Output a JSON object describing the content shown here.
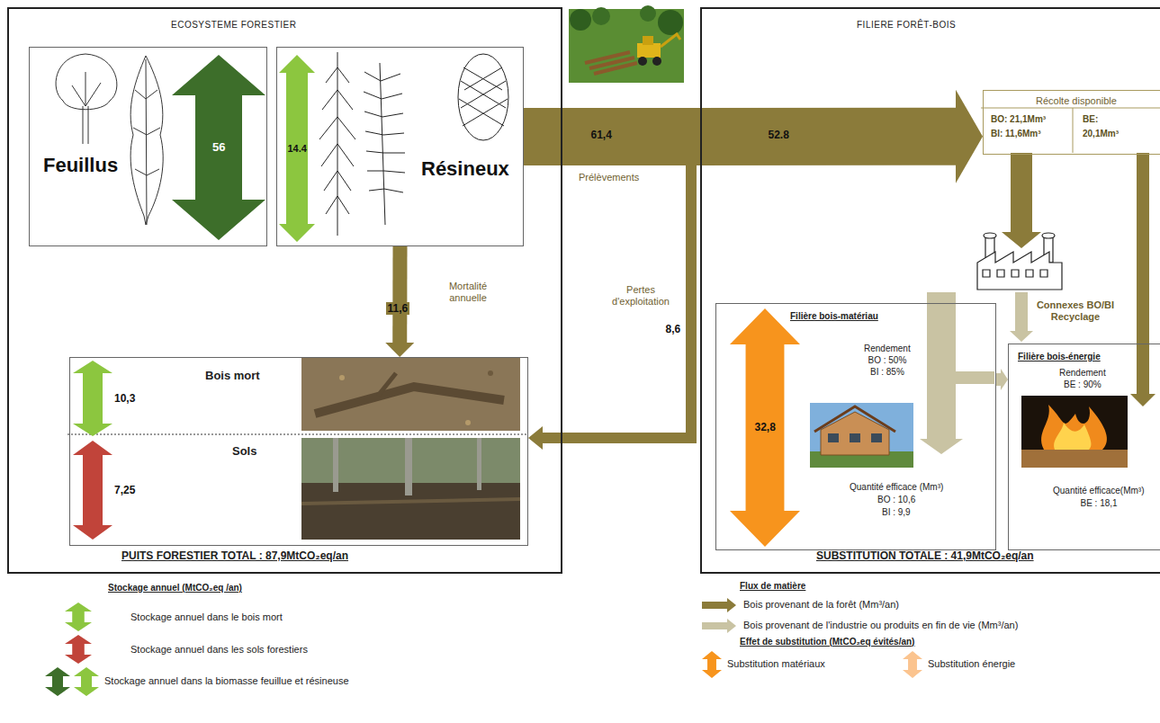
{
  "diagram": {
    "nodes": [
      {
        "text": [
          "ECOSYSTEME FORESTIER",
          "PUITS FORESTIER TOTAL : 87,9MtCO₂eq/an"
        ]
      },
      {
        "text": [
          "Feuillus"
        ],
        "in": 0
      },
      {
        "text": [
          "56"
        ],
        "in": 1
      },
      {
        "text": [
          "Résineux"
        ],
        "in": 0
      },
      {
        "text": [
          "14.4"
        ],
        "in": 3
      },
      {
        "text": [
          "Bois mort",
          "Sols"
        ],
        "in": 0
      },
      {
        "text": [
          "10,3"
        ],
        "in": 5
      },
      {
        "text": [
          "7,25"
        ],
        "in": 5
      },
      {
        "text": [
          "FILIERE FORÊT-BOIS",
          "SUBSTITUTION TOTALE : 41,9MtCO₂eq/an"
        ]
      },
      {
        "text": [
          "Récolte disponible",
          "BO: 21,1Mm³",
          "BI: 11,6Mm³",
          "BE:",
          "20,1Mm³"
        ],
        "in": 8
      },
      {
        "text": [
          "Filière bois-matériau",
          "Rendement",
          "BO : 50%",
          "BI : 85%",
          "Quantité efficace (Mm³)",
          "BO : 10,6",
          "BI : 9,9"
        ],
        "in": 8
      },
      {
        "text": [
          "32,8"
        ],
        "in": 10
      },
      {
        "text": [
          "Filière bois-énergie",
          "Rendement",
          "BE : 90%",
          "Quantité efficace(Mm³)",
          "BE : 18,1"
        ],
        "in": 8
      }
    ],
    "edges": [
      {
        "from": 3,
        "to": 9,
        "label": "61,4",
        "arrow": "to"
      },
      {
        "from": 3,
        "to": 5,
        "label": "11,6",
        "arrow": "to"
      },
      {
        "from": 10,
        "to": 12,
        "arrow": "to"
      }
    ],
    "labels": [
      "52.8",
      "Prélèvements",
      "Mortalité annuelle",
      "Pertes d'exploitation",
      "8,6",
      "Connexes BO/BI Recyclage",
      "Stockage annuel (MtCO₂eq /an)",
      "Flux de matière",
      "Effet de substitution (MtCO₂eq évités/an)"
    ],
    "legend": [
      {
        "text": "Stockage annuel dans le bois mort",
        "color": "#8cc63f"
      },
      {
        "text": "Stockage annuel dans les sols forestiers",
        "color": "#c1443a"
      },
      {
        "text": "Stockage annuel dans la biomasse feuillue et résineuse"
      },
      {
        "text": "Bois provenant de la forêt (Mm³/an)",
        "color": "#8b7b3a"
      },
      {
        "text": "Bois provenant de l'industrie ou produits en fin de vie (Mm³/an)",
        "color": "#c9c3a3"
      },
      {
        "text": "Substitution matériaux",
        "color": "#f7941d"
      },
      {
        "text": "Substitution énergie",
        "color": "#fbc48f"
      }
    ]
  }
}
